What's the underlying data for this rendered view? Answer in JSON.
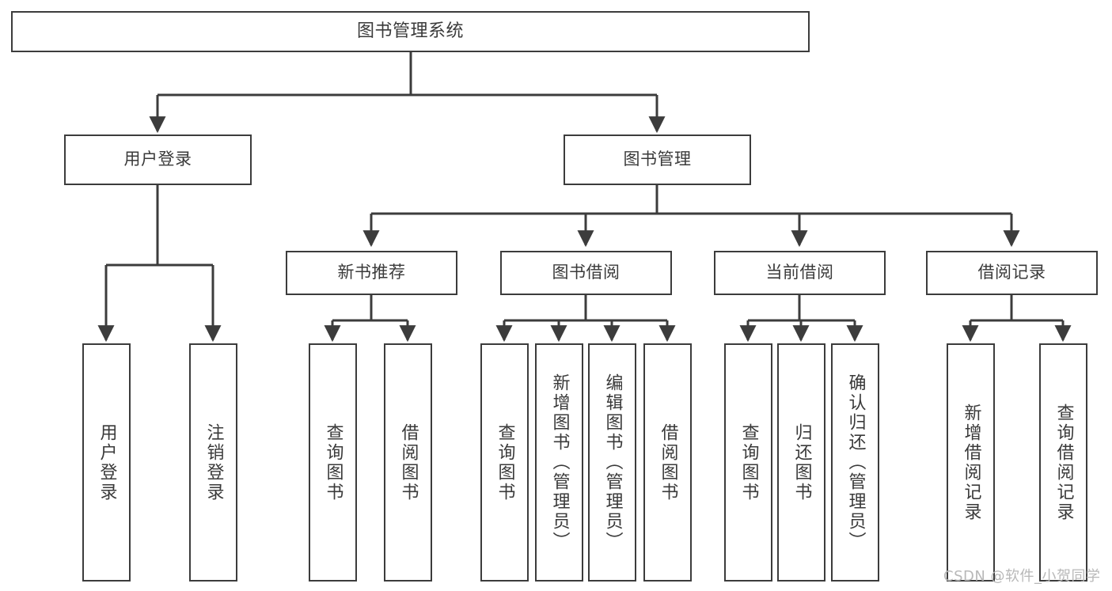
{
  "diagram": {
    "title": "图书管理系统",
    "type": "tree-hierarchy",
    "colors": {
      "box_border": "#3c3c3c",
      "box_fill": "#ffffff",
      "text": "#3a3a3a",
      "connector": "#3c3c3c",
      "watermark": "#b8b8b8",
      "background": "#ffffff"
    }
  },
  "root": {
    "label": "图书管理系统"
  },
  "level1": [
    {
      "label": "用户登录"
    },
    {
      "label": "图书管理"
    }
  ],
  "level2": [
    {
      "label": "新书推荐"
    },
    {
      "label": "图书借阅"
    },
    {
      "label": "当前借阅"
    },
    {
      "label": "借阅记录"
    }
  ],
  "leaves": {
    "user_login": [
      {
        "label": "用户登录"
      },
      {
        "label": "注销登录"
      }
    ],
    "new_book_recommend": [
      {
        "label": "查询图书"
      },
      {
        "label": "借阅图书"
      }
    ],
    "book_borrow": [
      {
        "label": "查询图书"
      },
      {
        "label": "新增图书（管理员）"
      },
      {
        "label": "编辑图书（管理员）"
      },
      {
        "label": "借阅图书"
      }
    ],
    "current_borrow": [
      {
        "label": "查询图书"
      },
      {
        "label": "归还图书"
      },
      {
        "label": "确认归还（管理员）"
      }
    ],
    "borrow_record": [
      {
        "label": "新增借阅记录"
      },
      {
        "label": "查询借阅记录"
      }
    ]
  },
  "watermark": {
    "text": "CSDN @软件_小贺同学"
  }
}
